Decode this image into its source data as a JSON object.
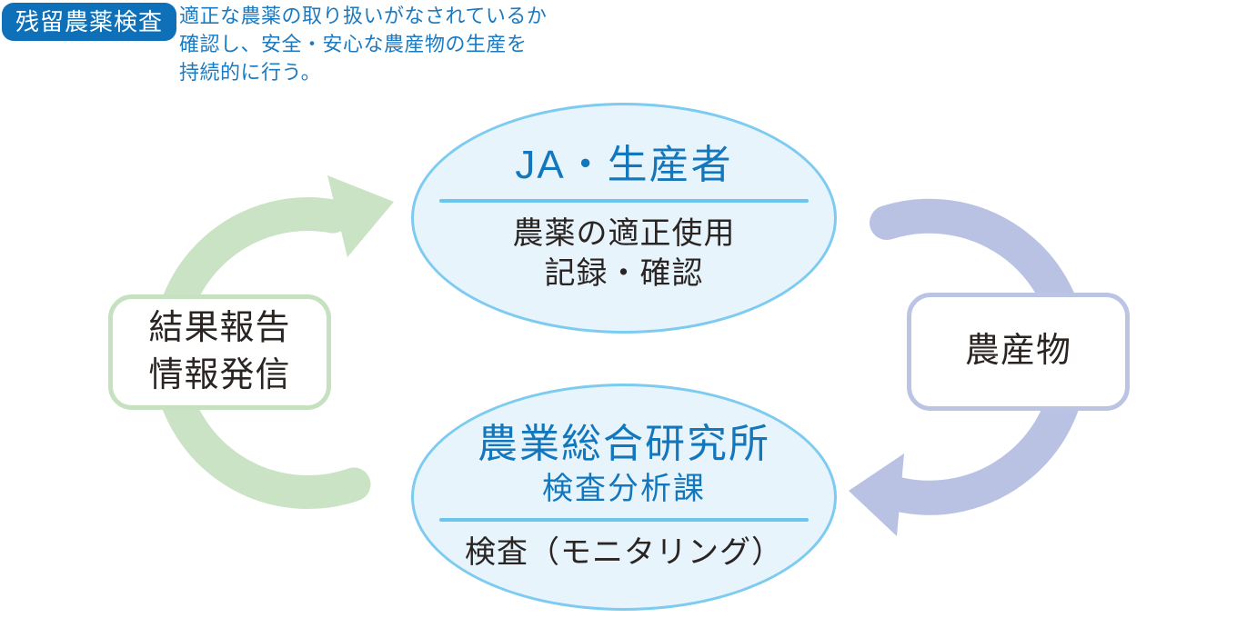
{
  "header": {
    "badge": "残留農薬検査",
    "description_lines": [
      "適正な農薬の取り扱いがなされているか",
      "確認し、安全・安心な農産物の生産を",
      "持続的に行う。"
    ]
  },
  "nodes": {
    "producer": {
      "title": "JA・生産者",
      "body_lines": [
        "農薬の適正使用",
        "記録・確認"
      ]
    },
    "institute": {
      "title_lines": [
        "農業総合研究所",
        "検査分析課"
      ],
      "body": "検査（モニタリング）"
    }
  },
  "labels": {
    "left_box_lines": [
      "結果報告",
      "情報発信"
    ],
    "right_box": "農産物"
  },
  "colors": {
    "badge_bg": "#0e70b8",
    "badge_text": "#ffffff",
    "heading_blue": "#1377bd",
    "description_blue": "#1c7ac0",
    "ellipse_fill": "#e7f4fc",
    "ellipse_border": "#7dcbf0",
    "divider_blue": "#6cc5ef",
    "text_black": "#2a2422",
    "arrow_green": "#c9e3c4",
    "arrow_purple": "#b9c2e2",
    "box_green_border": "#c5e1bf",
    "box_purple_border": "#bcc4e3"
  }
}
